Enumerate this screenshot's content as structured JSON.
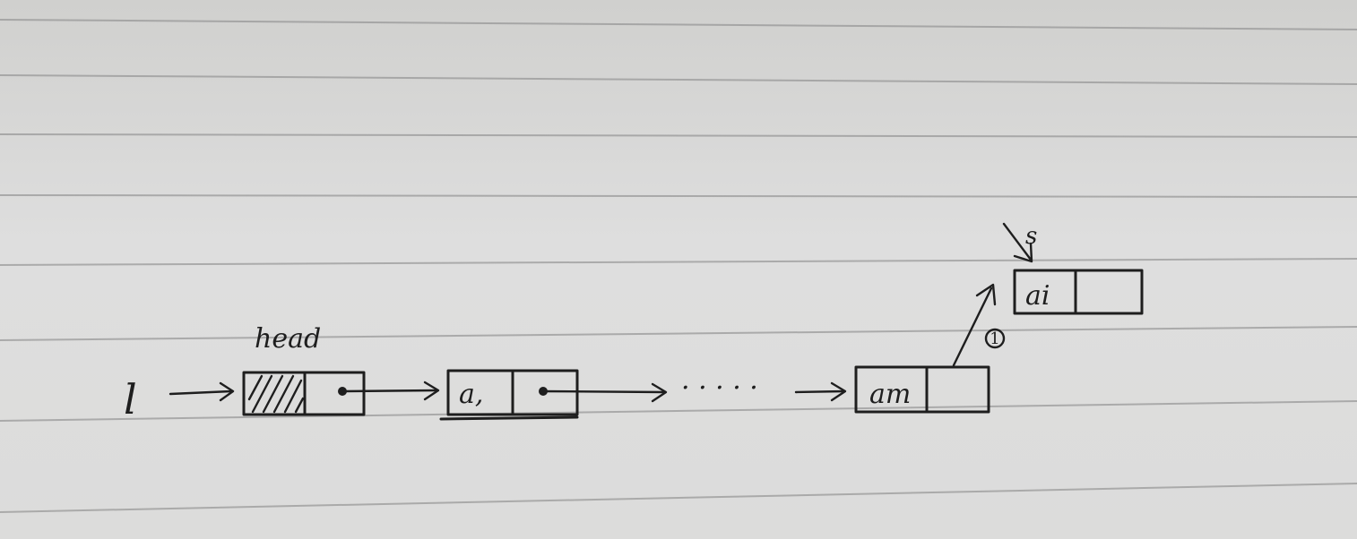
{
  "diagram": {
    "pointer_variable": "l",
    "head_label": "head",
    "node_first": "a,",
    "node_last": "am",
    "new_node": "ai",
    "new_pointer_label": "s",
    "step_marker": "1",
    "ellipsis": "· · · · ·"
  },
  "colors": {
    "ink": "#1e1e1e",
    "paper": "#dcdcdb",
    "rule": "#8f8f8f"
  }
}
